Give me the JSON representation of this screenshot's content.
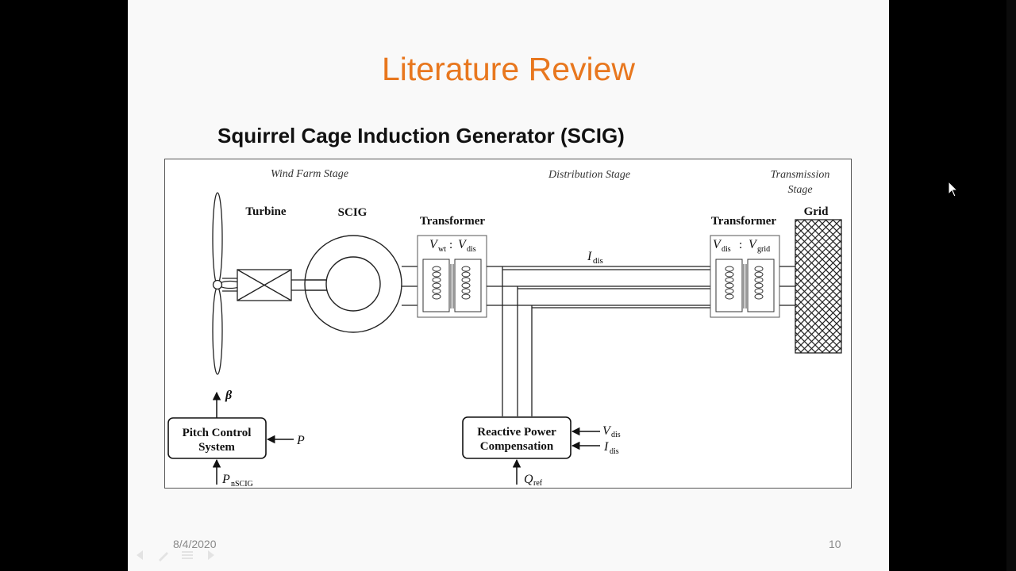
{
  "slide": {
    "title": "Literature Review",
    "subtitle": "Squirrel Cage Induction Generator (SCIG)",
    "title_color": "#e8771e",
    "footer": {
      "date": "8/4/2020",
      "page": "10"
    }
  },
  "diagram": {
    "stages": {
      "wind_farm": "Wind Farm Stage",
      "distribution": "Distribution Stage",
      "transmission_line1": "Transmission",
      "transmission_line2": "Stage"
    },
    "components": {
      "turbine": "Turbine",
      "scig": "SCIG",
      "transformer1": "Transformer",
      "transformer2": "Transformer",
      "grid": "Grid"
    },
    "transformer1_ratio": {
      "a": "V",
      "a_sub": "wt",
      "b": "V",
      "b_sub": "dis"
    },
    "transformer2_ratio": {
      "a": "V",
      "a_sub": "dis",
      "b": "V",
      "b_sub": "grid"
    },
    "line_current": {
      "sym": "I",
      "sub": "dis"
    },
    "pitch_control": {
      "line1": "Pitch Control",
      "line2": "System",
      "output": "β",
      "input_right": "P",
      "input_bottom": {
        "sym": "P",
        "sub": "nSCIG"
      }
    },
    "reactive_power": {
      "line1": "Reactive Power",
      "line2": "Compensation",
      "input_v": {
        "sym": "V",
        "sub": "dis"
      },
      "input_i": {
        "sym": "I",
        "sub": "dis"
      },
      "input_bottom": {
        "sym": "Q",
        "sub": "ref"
      }
    }
  },
  "icons": [
    "mouse-cursor-icon",
    "previous-slide-icon",
    "pen-icon",
    "menu-icon",
    "next-slide-icon"
  ]
}
